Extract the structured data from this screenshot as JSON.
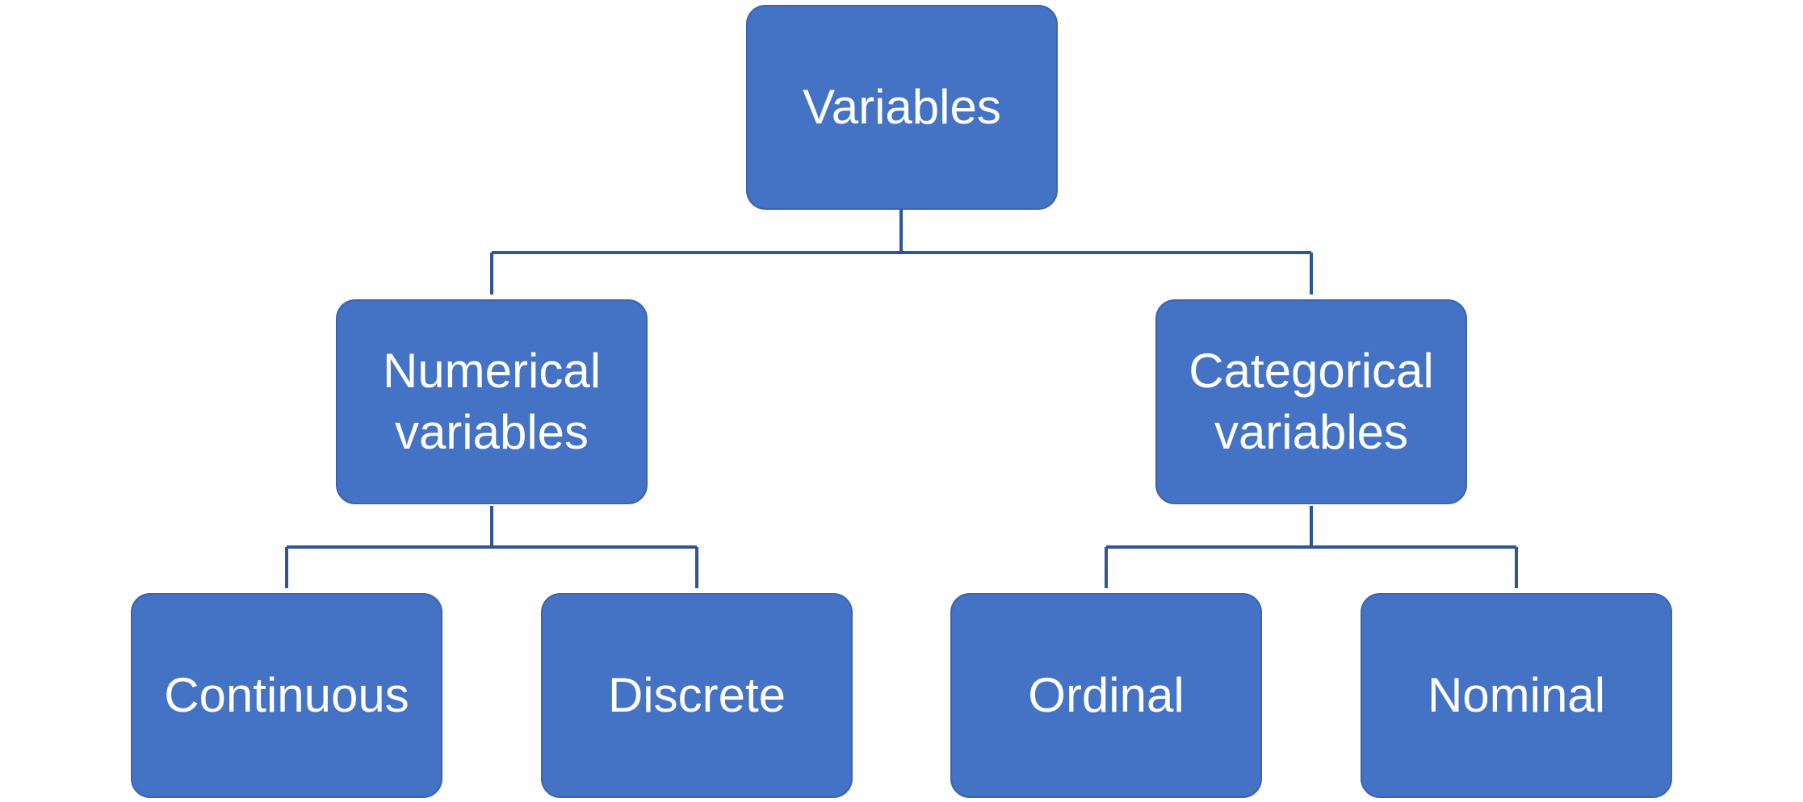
{
  "diagram": {
    "root": {
      "label": "Variables"
    },
    "numerical": {
      "label": "Numerical variables"
    },
    "categorical": {
      "label": "Categorical variables"
    },
    "continuous": {
      "label": "Continuous"
    },
    "discrete": {
      "label": "Discrete"
    },
    "ordinal": {
      "label": "Ordinal"
    },
    "nominal": {
      "label": "Nominal"
    }
  },
  "colors": {
    "box_fill": "#4472c4",
    "box_border": "#3a64b0",
    "connector": "#2f5597",
    "text": "#ffffff",
    "background": "#ffffff"
  }
}
